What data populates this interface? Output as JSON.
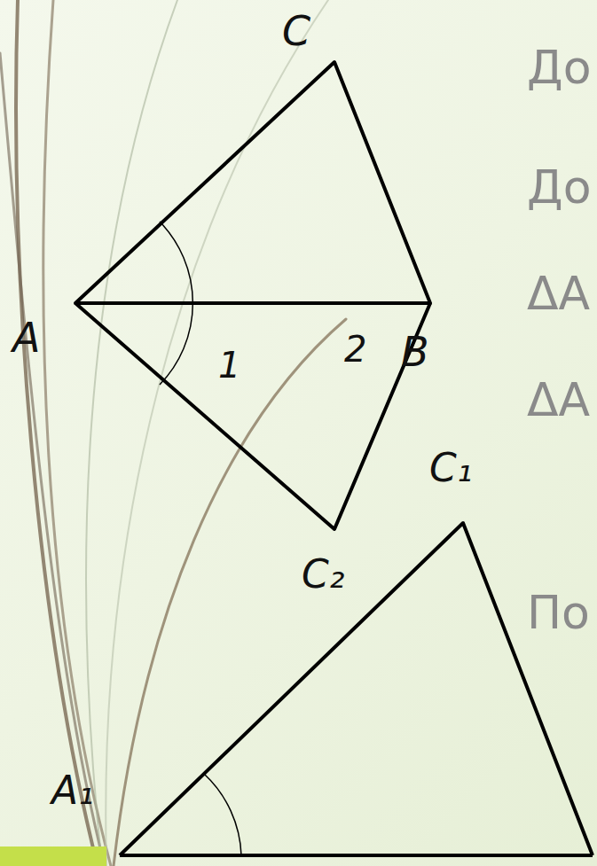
{
  "diagram": {
    "labels": [
      "C",
      "A",
      "1",
      "2",
      "B",
      "C₁",
      "C₂",
      "A₁",
      "До",
      "До",
      "ΔА",
      "ΔА",
      "По"
    ]
  }
}
